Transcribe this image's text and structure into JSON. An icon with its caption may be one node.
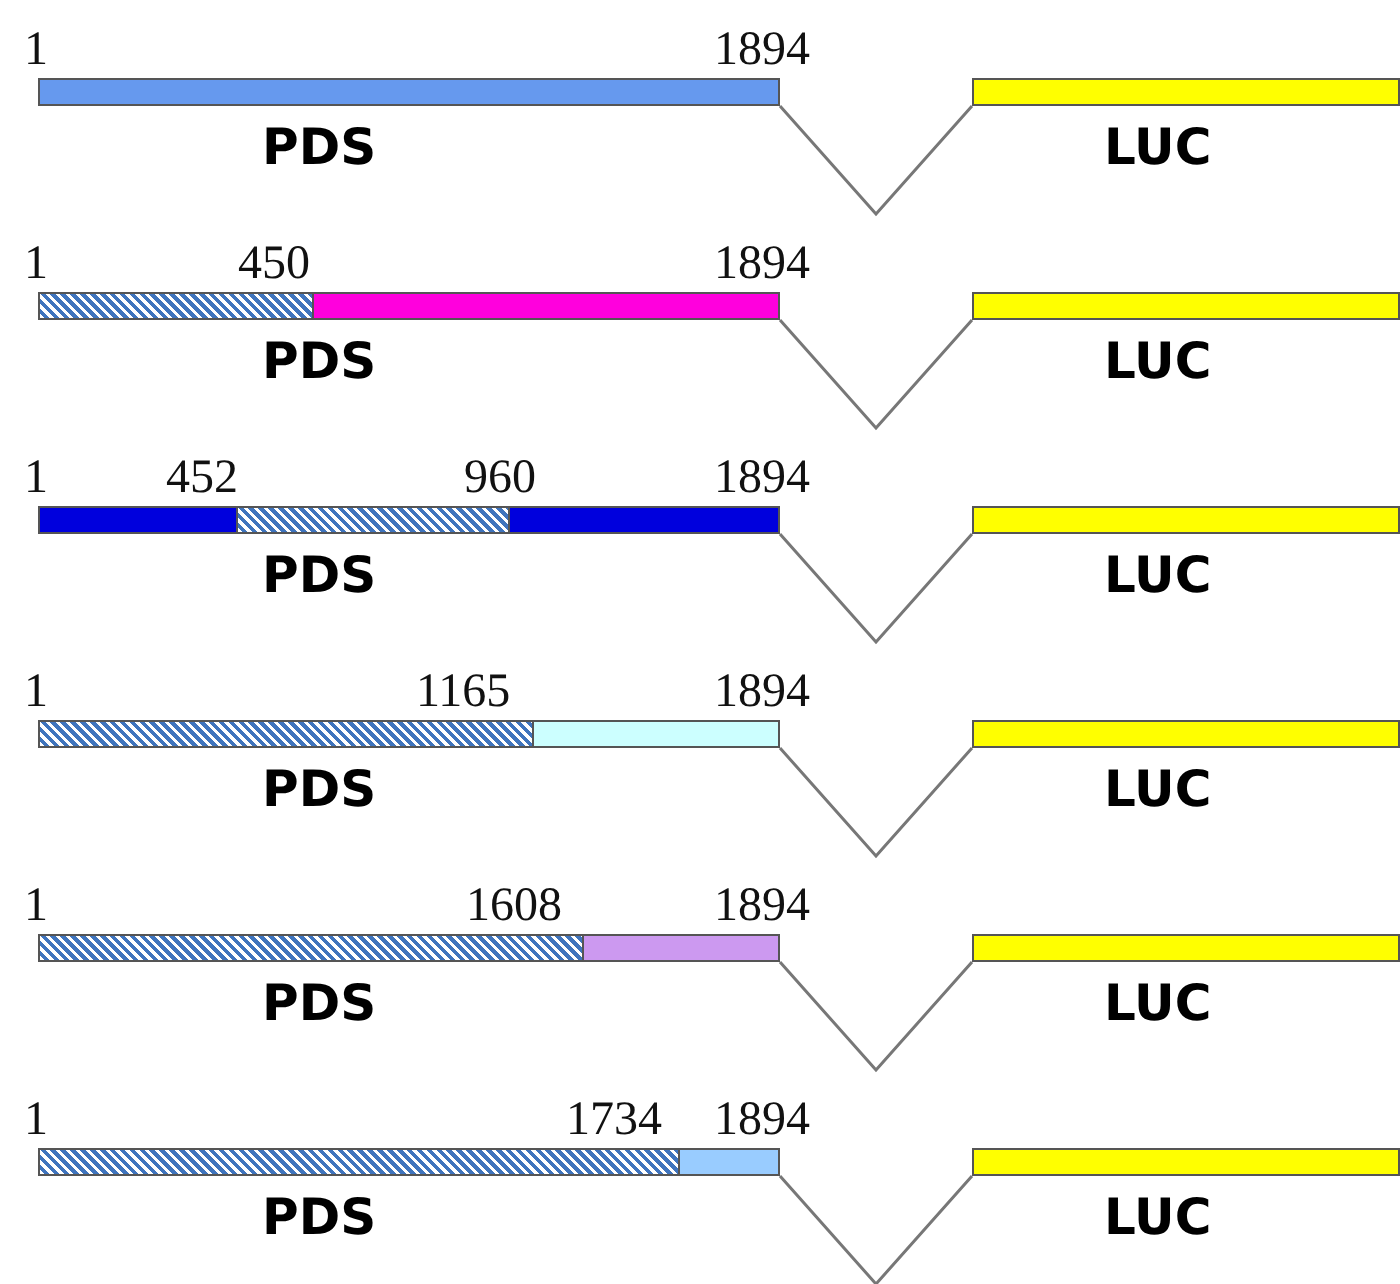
{
  "diagram": {
    "nodes": [
      {
        "text": [
          "PDS"
        ]
      },
      {
        "text": [
          "LUC"
        ]
      },
      {
        "text": [
          "PDS"
        ]
      },
      {
        "text": [
          "LUC"
        ]
      },
      {
        "text": [
          "PDS"
        ]
      },
      {
        "text": [
          "LUC"
        ]
      },
      {
        "text": [
          "PDS"
        ]
      },
      {
        "text": [
          "LUC"
        ]
      },
      {
        "text": [
          "PDS"
        ]
      },
      {
        "text": [
          "LUC"
        ]
      },
      {
        "text": [
          "PDS"
        ]
      },
      {
        "text": [
          "LUC"
        ]
      }
    ],
    "edges": [
      {
        "from": 0,
        "to": 1,
        "arrow": "none"
      },
      {
        "from": 2,
        "to": 3,
        "arrow": "none"
      },
      {
        "from": 4,
        "to": 5,
        "arrow": "none"
      },
      {
        "from": 6,
        "to": 7,
        "arrow": "none"
      },
      {
        "from": 8,
        "to": 9,
        "arrow": "none"
      },
      {
        "from": 10,
        "to": 11,
        "arrow": "none"
      }
    ],
    "labels": [
      "1",
      "1894",
      "1",
      "450",
      "1894",
      "1",
      "452",
      "960",
      "1894",
      "1",
      "1165",
      "1894",
      "1",
      "1608",
      "1894",
      "1",
      "1734",
      "1894"
    ]
  }
}
